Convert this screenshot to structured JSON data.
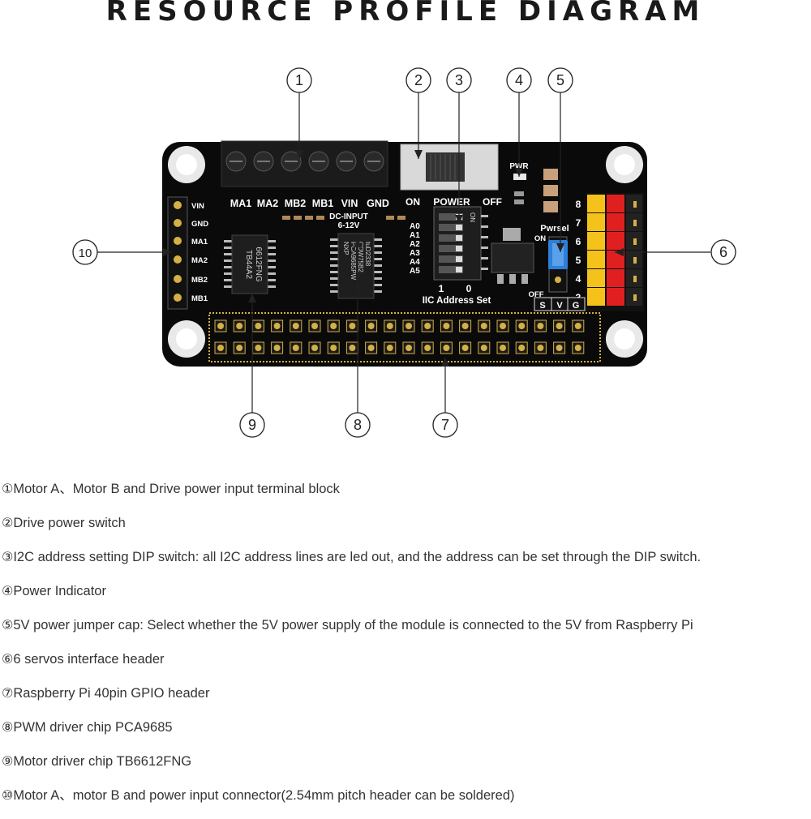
{
  "title": "RESOURCE PROFILE DIAGRAM",
  "callouts": [
    "1",
    "2",
    "3",
    "4",
    "5",
    "6",
    "7",
    "8",
    "9",
    "10"
  ],
  "board": {
    "terminal_labels": [
      "MA1",
      "MA2",
      "MB2",
      "MB1",
      "VIN",
      "GND"
    ],
    "switch_labels": [
      "ON",
      "POWER",
      "OFF"
    ],
    "dc_input": [
      "DC-INPUT",
      "6-12V"
    ],
    "left_header_labels": [
      "VIN",
      "GND",
      "MA1",
      "MA2",
      "MB2",
      "MB1"
    ],
    "chip_motor": [
      "TB44A2",
      "6612FNG"
    ],
    "chip_pwm": [
      "NXP",
      "PCA9685PW",
      "CDW75B2",
      "tuD2338"
    ],
    "dip_address": [
      "A0",
      "A1",
      "A2",
      "A3",
      "A4",
      "A5"
    ],
    "dip_bottom": [
      "1",
      "0"
    ],
    "dip_on": "ON",
    "iic_label": "IIC Address Set",
    "pwr_label": "PWR",
    "pwrsel_label": "Pwrsel",
    "jumper_on": "ON",
    "jumper_off": "OFF",
    "servo_numbers": [
      "8",
      "7",
      "6",
      "5",
      "4",
      "3"
    ],
    "servo_sig": [
      "S",
      "V",
      "G"
    ]
  },
  "descriptions": [
    {
      "mark": "①",
      "text": "Motor A、Motor B and Drive power input terminal block"
    },
    {
      "mark": "②",
      "text": "Drive power switch"
    },
    {
      "mark": "③",
      "text": "I2C address setting DIP switch: all I2C address lines are led out, and the address can be set through the DIP switch."
    },
    {
      "mark": "④",
      "text": "Power Indicator"
    },
    {
      "mark": "⑤",
      "text": "5V power jumper cap: Select whether the 5V power supply of the module is connected to the 5V from Raspberry Pi"
    },
    {
      "mark": "⑥",
      "text": "6 servos interface header"
    },
    {
      "mark": "⑦",
      "text": "Raspberry Pi 40pin GPIO header"
    },
    {
      "mark": "⑧",
      "text": "PWM driver chip PCA9685"
    },
    {
      "mark": "⑨",
      "text": "Motor driver chip TB6612FNG"
    },
    {
      "mark": "⑩",
      "text": "Motor A、motor B and power input connector(2.54mm pitch header can be soldered)"
    }
  ],
  "colors": {
    "board": "#0a0a0a",
    "gold": "#d4b045",
    "servo_yellow": "#f5c21b",
    "servo_red": "#e02020",
    "jumper_blue": "#2d7fd8",
    "dip_blue": "#2b2b2b"
  }
}
